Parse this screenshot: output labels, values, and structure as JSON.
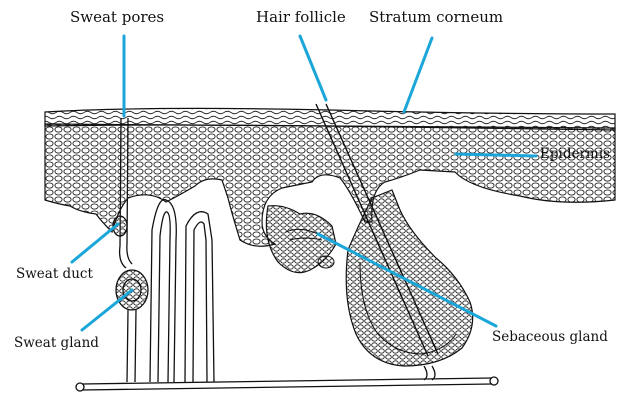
{
  "diagram": {
    "labels": {
      "sweat_pores": "Sweat pores",
      "hair_follicle": "Hair follicle",
      "stratum_corneum": "Stratum corneum",
      "epidermis": "Epidermis",
      "sweat_duct": "Sweat duct",
      "sweat_gland": "Sweat gland",
      "sebaceous_gland": "Sebaceous gland"
    },
    "colors": {
      "pointer": "#1aa6d9",
      "line": "#111111",
      "background": "#ffffff"
    }
  }
}
